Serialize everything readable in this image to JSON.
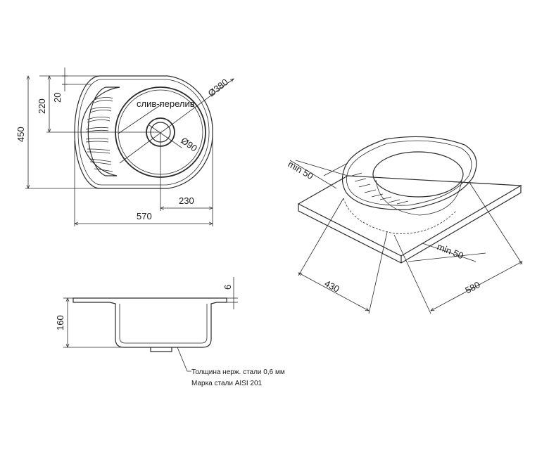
{
  "top_view": {
    "dim_220": "220",
    "dim_20": "20",
    "dim_450": "450",
    "dim_diameter_380": "Ø380",
    "label_overflow_drain": "слив-перелив",
    "dim_diameter_90": "Ø90",
    "dim_230": "230",
    "dim_570": "570"
  },
  "side_view": {
    "dim_6": "6",
    "dim_160": "160",
    "note_line_1": "Толщина нерж. стали 0,6 мм",
    "note_line_2": "Марка стали AISI 201"
  },
  "iso_view": {
    "dim_min50_top": "min 50",
    "dim_min50_right": "min 50",
    "dim_430": "430",
    "dim_580": "580"
  }
}
